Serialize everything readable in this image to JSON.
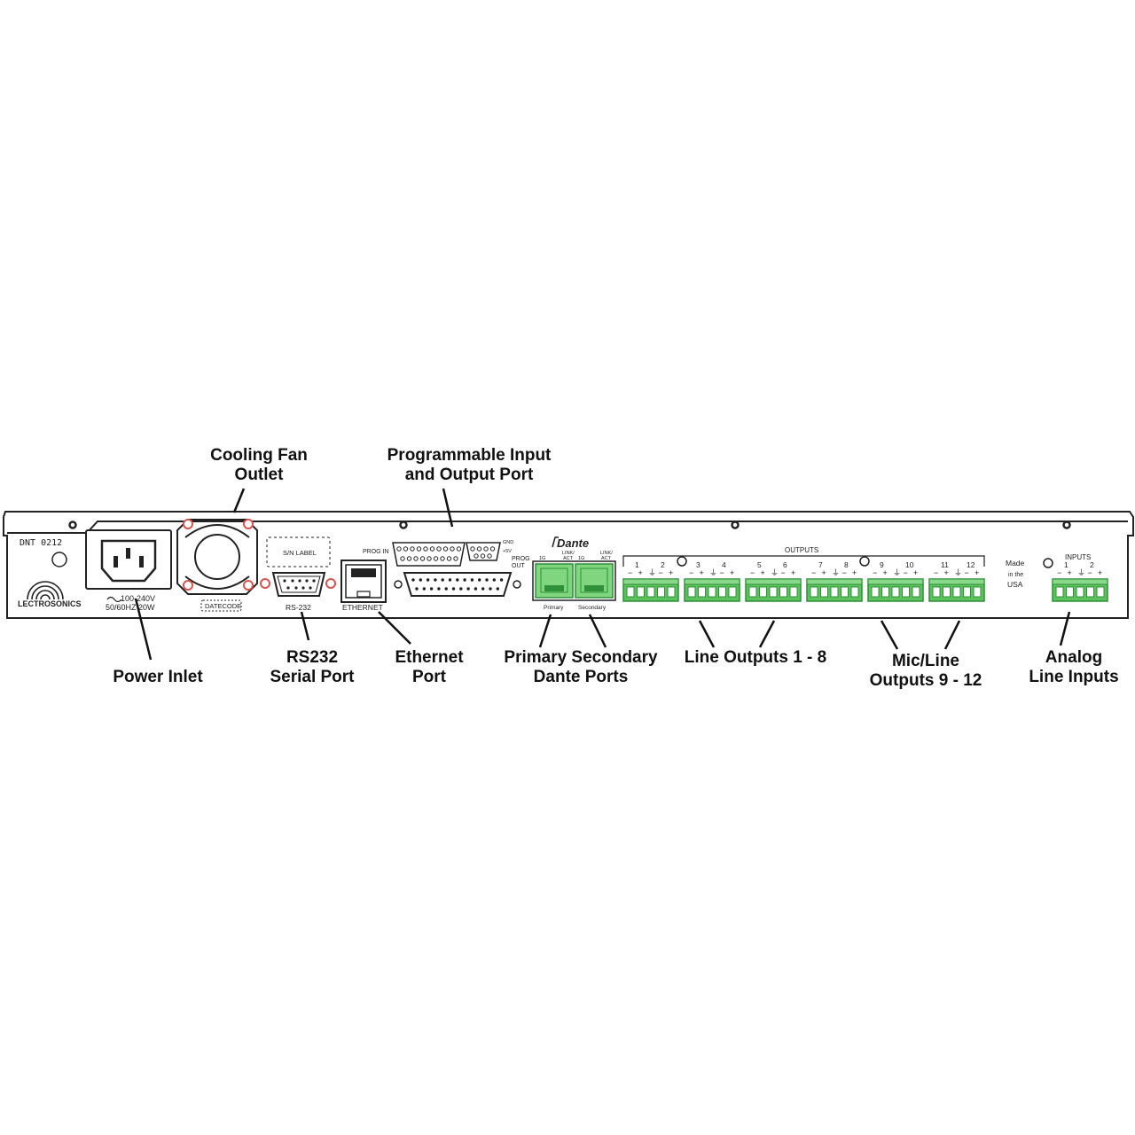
{
  "callouts": {
    "cooling_fan": [
      "Cooling Fan",
      "Outlet"
    ],
    "prog_port": [
      "Programmable Input",
      "and Output Port"
    ],
    "power_inlet": [
      "Power Inlet"
    ],
    "rs232": [
      "RS232",
      "Serial Port"
    ],
    "ethernet": [
      "Ethernet",
      "Port"
    ],
    "dante_ports": [
      "Primary Secondary",
      "Dante Ports"
    ],
    "line_outputs": [
      "Line Outputs 1 - 8"
    ],
    "mic_line_outputs": [
      "Mic/Line",
      "Outputs 9 - 12"
    ],
    "analog_inputs": [
      "Analog",
      "Line Inputs"
    ]
  },
  "panel": {
    "model": "DNT 0212",
    "brand": "LECTROSONICS",
    "power_spec_1": "100-240V",
    "power_spec_2": "50/60HZ 20W",
    "sn_label": "S/N LABEL",
    "datecode": "DATECODE",
    "rs232": "RS-232",
    "ethernet": "ETHERNET",
    "prog_in": "PROG IN",
    "prog_out_1": "PROG",
    "prog_out_2": "OUT",
    "gnd": "GND",
    "plus5v": "+5V",
    "dante_logo": "Dante",
    "dante_1g": "1G",
    "dante_link_1": "LINK/",
    "dante_link_2": "ACT",
    "dante_primary": "Primary",
    "dante_secondary": "Secondary",
    "outputs_header": "OUTPUTS",
    "inputs_header": "INPUTS",
    "made_in_1": "Made",
    "made_in_2": "in the",
    "made_in_3": "USA",
    "output_channels": [
      "1",
      "2",
      "3",
      "4",
      "5",
      "6",
      "7",
      "8",
      "9",
      "10",
      "11",
      "12"
    ],
    "input_channels": [
      "1",
      "2"
    ]
  },
  "colors": {
    "connector_green": "#5cc35c",
    "connector_green_dark": "#2f8f3a",
    "rj45_green": "#7fd67f",
    "screw_red": "#d9534f",
    "panel_stroke": "#222222"
  }
}
